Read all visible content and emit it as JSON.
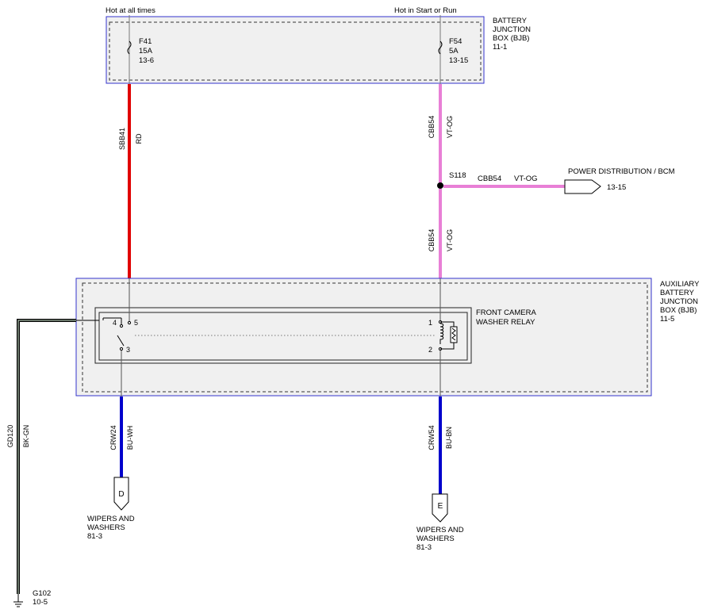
{
  "bjb": {
    "label_lines": [
      "BATTERY",
      "JUNCTION",
      "BOX (BJB)",
      "11-1"
    ],
    "feed_left": "Hot at all times",
    "feed_right": "Hot in Start or Run",
    "fuse_left": {
      "name": "F41",
      "rating": "15A",
      "ref": "13-6"
    },
    "fuse_right": {
      "name": "F54",
      "rating": "5A",
      "ref": "13-15"
    }
  },
  "wires": {
    "w_red": {
      "circuit": "SBB41",
      "color": "RD"
    },
    "w_vt_upper": {
      "circuit": "CBB54",
      "color": "VT-OG"
    },
    "w_vt_lower": {
      "circuit": "CBB54",
      "color": "VT-OG"
    },
    "w_branch": {
      "circuit": "CBB54",
      "color": "VT-OG"
    },
    "w_blue_left": {
      "circuit": "CRW24",
      "color": "BU-WH"
    },
    "w_blue_right": {
      "circuit": "CRW54",
      "color": "BU-BN"
    },
    "w_ground": {
      "circuit": "GD120",
      "color": "BK-GN"
    }
  },
  "splice": {
    "name": "S118"
  },
  "power_dist": {
    "label": "POWER DISTRIBUTION / BCM",
    "ref": "13-15"
  },
  "abjb": {
    "label_lines": [
      "AUXILIARY",
      "BATTERY",
      "JUNCTION",
      "BOX (BJB)",
      "11-5"
    ]
  },
  "relay": {
    "label_lines": [
      "FRONT CAMERA",
      "WASHER RELAY"
    ],
    "pins": {
      "p4": "4",
      "p5": "5",
      "p3": "3",
      "p1": "1",
      "p2": "2"
    }
  },
  "connector_d": {
    "letter": "D",
    "label_lines": [
      "WIPERS AND",
      "WASHERS",
      "81-3"
    ]
  },
  "connector_e": {
    "letter": "E",
    "label_lines": [
      "WIPERS AND",
      "WASHERS",
      "81-3"
    ]
  },
  "ground": {
    "name": "G102",
    "ref": "10-5"
  },
  "colors": {
    "red_wire": "#e00000",
    "violet_orange_wire": "#e87fd6",
    "blue_wire": "#0000cc",
    "ground_wire": "#000000",
    "box_border": "#3333cc",
    "box_fill": "#f0f0f0"
  }
}
